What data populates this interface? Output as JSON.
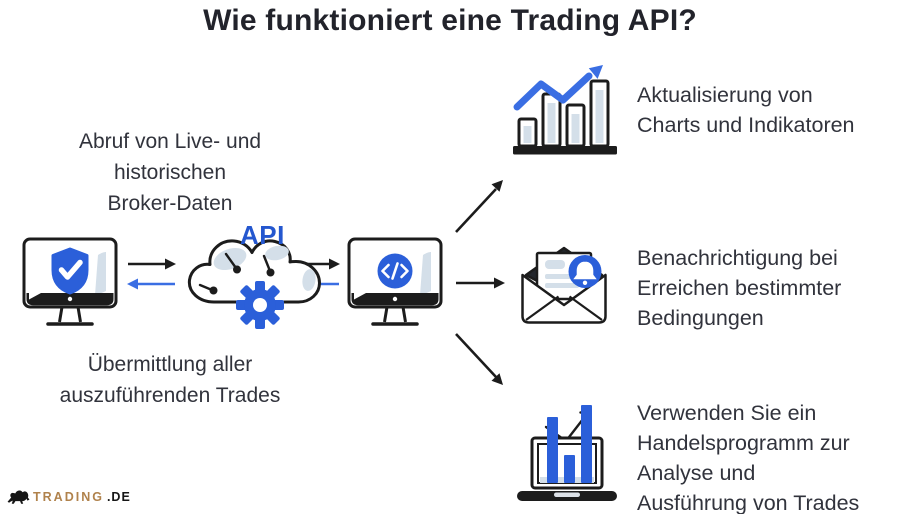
{
  "title": "Wie funktioniert eine Trading API?",
  "api_label": "API",
  "labels": {
    "broker_data": {
      "lines": [
        "Abruf von Live- und",
        "historischen",
        "Broker-Daten"
      ]
    },
    "trades": {
      "lines": [
        "Übermittlung aller",
        "auszuführenden Trades"
      ]
    }
  },
  "flow": {
    "left_icon": "monitor-shield-icon",
    "center_icon": "api-cloud-gear-icon",
    "right_icon": "monitor-code-icon"
  },
  "right_items": [
    {
      "icon": "bar-chart-growth-icon",
      "lines": [
        "Aktualisierung von",
        "Charts und Indikatoren"
      ]
    },
    {
      "icon": "mail-notification-icon",
      "lines": [
        "Benachrichtigung bei",
        "Erreichen bestimmter",
        "Bedingungen"
      ]
    },
    {
      "icon": "laptop-analysis-icon",
      "lines": [
        "Verwenden Sie ein",
        "Handelsprogramm zur",
        "Analyse und",
        "Ausführung von Trades"
      ]
    }
  ],
  "logo": {
    "icon": "bull-icon",
    "brand": "TRADING",
    "tld": ".DE"
  },
  "colors": {
    "primary_blue": "#2b5fd9",
    "arrow_blue": "#3a6ee3",
    "api_blue": "#2457cf",
    "outline_dark": "#1c1c1c",
    "text_dark": "#31333c",
    "title_dark": "#22232b",
    "accent_light": "#d4dfe9",
    "logo_bronze": "#b0824c"
  }
}
